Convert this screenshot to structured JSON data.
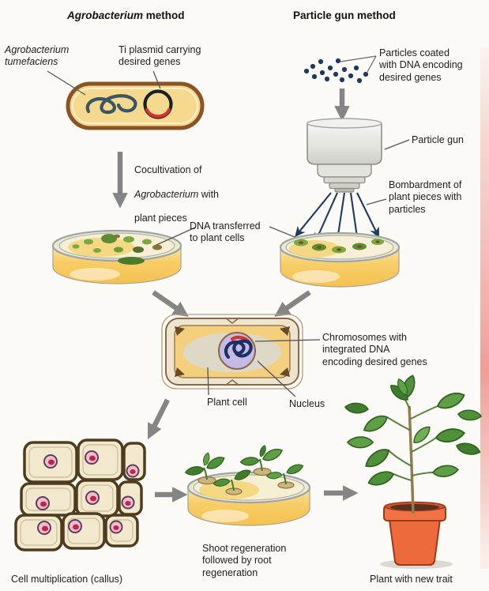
{
  "header": {
    "left_method_title": {
      "italic_part": "Agrobacterium",
      "rest_part": " method"
    },
    "right_method_title": "Particle gun method"
  },
  "agrobacterium_branch": {
    "bacterium_label": "Agrobacterium\ntumefaciens",
    "ti_plasmid_label": "Ti plasmid carrying\ndesired genes",
    "cocultivation": {
      "line1": "Cocultivation of",
      "italic_word": "Agrobacterium",
      "line2_rest": " with",
      "line3": "plant pieces"
    },
    "dna_transfer_label": "DNA transferred\nto plant cells"
  },
  "particle_gun_branch": {
    "particles_label": "Particles coated\nwith DNA encoding\ndesired genes",
    "gun_label": "Particle gun",
    "bombardment_label": "Bombardment of\nplant pieces with\nparticles"
  },
  "plant_cell_stage": {
    "chromosomes_label": "Chromosomes with\nintegrated DNA\nencoding desired genes",
    "plant_cell_label": "Plant cell",
    "nucleus_label": "Nucleus"
  },
  "regeneration_stage": {
    "callus_label": "Cell multiplication (callus)",
    "shoot_label": "Shoot regeneration\nfollowed by root\nregeneration",
    "final_plant_label": "Plant with new trait"
  },
  "colors": {
    "arrow_gray": "#858585",
    "particle_navy": "#1d3a5f",
    "dish_agar_yellow": "#f7c95e",
    "callus_spot_green": "#7ca83f",
    "bacterium_fill": "#f4d98e",
    "bacterium_border": "#8a5426",
    "nucleus_fill": "#c6bbe6",
    "chromosome_navy": "#1d2f63",
    "plasmid_red": "#d6352f",
    "pot_orange": "#ed6a3c",
    "leaf_green": "#4f9038",
    "page_edge_pink": "#f0a49b"
  },
  "icons": [
    "bacterium-icon",
    "bacterial-chromosome-icon",
    "ti-plasmid-icon",
    "flow-arrow-icon",
    "petri-dish-icon",
    "particles-cluster-icon",
    "particle-gun-icon",
    "trajectory-arrows-icon",
    "plant-cell-icon",
    "vacuole-icon",
    "nucleus-icon",
    "callus-cells-icon",
    "plantlet-icon",
    "potted-plant-icon"
  ]
}
